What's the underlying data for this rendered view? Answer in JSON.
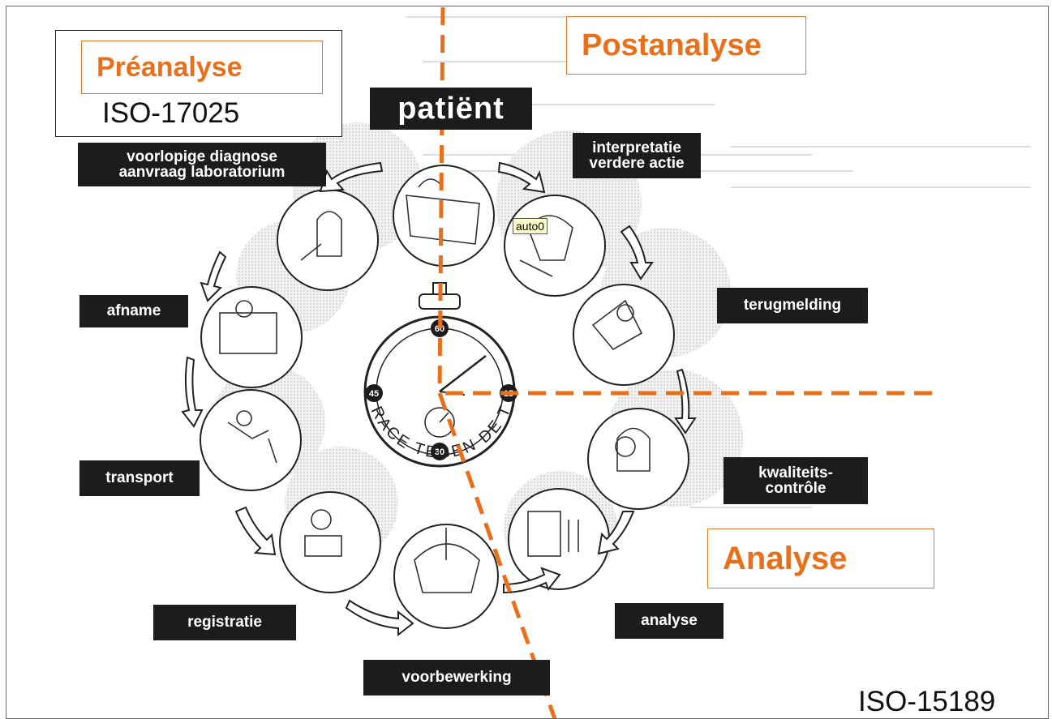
{
  "iso_left": "ISO-17025",
  "iso_right": "ISO-15189",
  "phases": {
    "pre": "Préanalyse",
    "post": "Postanalyse",
    "analysis": "Analyse"
  },
  "steps": {
    "patient": "patiënt",
    "interpretatie_1": "interpretatie",
    "interpretatie_2": "verdere actie",
    "terugmelding": "terugmelding",
    "kwaliteit_1": "kwaliteits-",
    "kwaliteit_2": "contrôle",
    "analyse": "analyse",
    "voorbewerking": "voorbewerking",
    "registratie": "registratie",
    "transport": "transport",
    "afname": "afname",
    "diagnose_1": "voorlopige diagnose",
    "diagnose_2": "aanvraag laboratorium"
  },
  "clock": {
    "title": "RACE TEGEN DE TIJD",
    "marks": [
      "60",
      "15",
      "30",
      "45"
    ]
  },
  "tooltip": "auto0",
  "colors": {
    "accent": "#e8701a",
    "tag_bg": "#1c1c1c"
  }
}
